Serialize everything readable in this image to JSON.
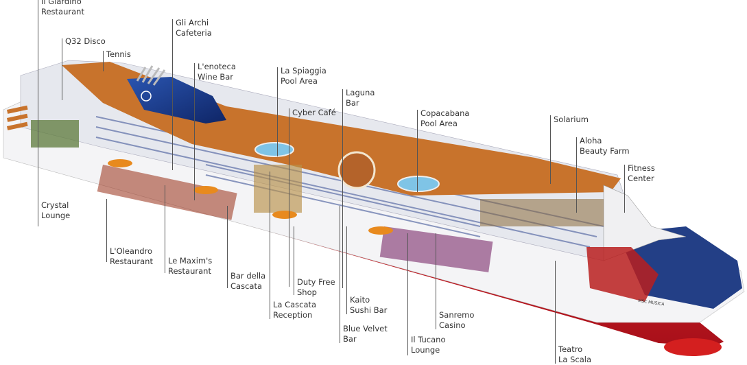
{
  "diagram": {
    "subject": "Cruise ship cutaway",
    "ship_name_on_bow": "MSC MUSICA",
    "colors": {
      "hull_red": "#d41f1f",
      "hull_white": "#f4f4f6",
      "deck_orange": "#c8732c",
      "funnel_blue": "#1d3c8c",
      "bow_deck_blue": "#233f86",
      "pool_blue": "#7fc4e6",
      "leader_line": "#555555",
      "label_text": "#333333"
    },
    "labels": [
      {
        "id": "il-giardino",
        "lines": [
          "Il Giardino",
          "Restaurant"
        ]
      },
      {
        "id": "q32-disco",
        "lines": [
          "Q32 Disco"
        ]
      },
      {
        "id": "tennis",
        "lines": [
          "Tennis"
        ]
      },
      {
        "id": "gli-archi",
        "lines": [
          "Gli Archi",
          "Cafeteria"
        ]
      },
      {
        "id": "lenoteca",
        "lines": [
          "L'enoteca",
          "Wine Bar"
        ]
      },
      {
        "id": "la-spiaggia",
        "lines": [
          "La Spiaggia",
          "Pool Area"
        ]
      },
      {
        "id": "cyber-cafe",
        "lines": [
          "Cyber Café"
        ]
      },
      {
        "id": "laguna-bar",
        "lines": [
          "Laguna",
          "Bar"
        ]
      },
      {
        "id": "copacabana",
        "lines": [
          "Copacabana",
          "Pool Area"
        ]
      },
      {
        "id": "solarium",
        "lines": [
          "Solarium"
        ]
      },
      {
        "id": "aloha",
        "lines": [
          "Aloha",
          "Beauty Farm"
        ]
      },
      {
        "id": "fitness",
        "lines": [
          "Fitness",
          "Center"
        ]
      },
      {
        "id": "crystal-lounge",
        "lines": [
          "Crystal",
          "Lounge"
        ]
      },
      {
        "id": "oleandro",
        "lines": [
          "L'Oleandro",
          "Restaurant"
        ]
      },
      {
        "id": "le-maxims",
        "lines": [
          "Le Maxim's",
          "Restaurant"
        ]
      },
      {
        "id": "bar-della-cascata",
        "lines": [
          "Bar della",
          "Cascata"
        ]
      },
      {
        "id": "duty-free",
        "lines": [
          "Duty Free",
          "Shop"
        ]
      },
      {
        "id": "la-cascata",
        "lines": [
          "La Cascata",
          "Reception"
        ]
      },
      {
        "id": "kaito",
        "lines": [
          "Kaito",
          "Sushi Bar"
        ]
      },
      {
        "id": "blue-velvet",
        "lines": [
          "Blue Velvet",
          "Bar"
        ]
      },
      {
        "id": "il-tucano",
        "lines": [
          "Il Tucano",
          "Lounge"
        ]
      },
      {
        "id": "sanremo",
        "lines": [
          "Sanremo",
          "Casino"
        ]
      },
      {
        "id": "teatro",
        "lines": [
          "Teatro",
          "La Scala"
        ]
      }
    ]
  }
}
